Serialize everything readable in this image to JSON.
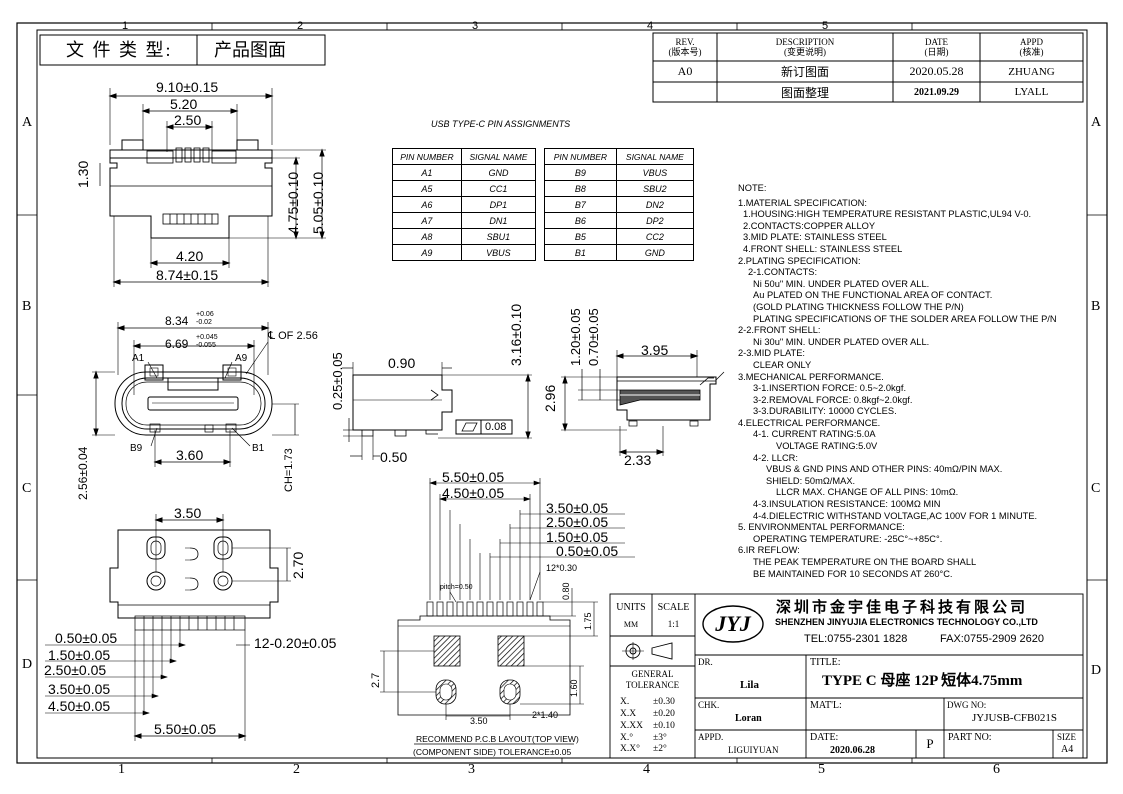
{
  "frame": {
    "top_columns": [
      "1",
      "2",
      "3",
      "4",
      "5"
    ],
    "bottom_columns": [
      "1",
      "2",
      "3",
      "4",
      "5",
      "6"
    ],
    "left_rows": [
      "A",
      "B",
      "C",
      "D"
    ],
    "right_rows": [
      "A",
      "B",
      "C",
      "D"
    ]
  },
  "doc_type": {
    "label": "文 件 类 型:",
    "value": "产品图面"
  },
  "revision": {
    "headers": [
      "REV.\n(版本号)",
      "DESCRIPTION\n(变更说明)",
      "DATE\n(日期)",
      "APPD\n(核准)"
    ],
    "rows": [
      [
        "A0",
        "新订图面",
        "2020.05.28",
        "ZHUANG"
      ],
      [
        "",
        "图面整理",
        "2021.09.29",
        "LYALL"
      ]
    ]
  },
  "pin_table": {
    "title": "USB TYPE-C PIN ASSIGNMENTS",
    "headers": [
      "PIN NUMBER",
      "SIGNAL NAME"
    ],
    "left": [
      [
        "A1",
        "GND"
      ],
      [
        "A5",
        "CC1"
      ],
      [
        "A6",
        "DP1"
      ],
      [
        "A7",
        "DN1"
      ],
      [
        "A8",
        "SBU1"
      ],
      [
        "A9",
        "VBUS"
      ]
    ],
    "right": [
      [
        "B9",
        "VBUS"
      ],
      [
        "B8",
        "SBU2"
      ],
      [
        "B7",
        "DN2"
      ],
      [
        "B6",
        "DP2"
      ],
      [
        "B5",
        "CC2"
      ],
      [
        "B1",
        "GND"
      ]
    ]
  },
  "notes": [
    "NOTE:",
    "1.MATERIAL SPECIFICATION:",
    "1.HOUSING:HIGH TEMPERATURE RESISTANT PLASTIC,UL94 V-0.",
    "2.CONTACTS:COPPER ALLOY",
    "3.MID PLATE: STAINLESS STEEL",
    "4.FRONT SHELL: STAINLESS STEEL",
    "2.PLATING SPECIFICATION:",
    "2-1.CONTACTS:",
    "Ni 50u\" MIN. UNDER PLATED OVER ALL.",
    "Au PLATED ON THE FUNCTIONAL AREA OF CONTACT.",
    "(GOLD PLATING THICKNESS FOLLOW THE P/N)",
    "PLATING SPECIFICATIONS OF THE SOLDER AREA FOLLOW THE P/N",
    "2-2.FRONT SHELL:",
    "Ni 30u\" MIN. UNDER PLATED OVER ALL.",
    "2-3.MID PLATE:",
    "CLEAR ONLY",
    "3.MECHANICAL PERFORMANCE.",
    "3-1.INSERTION FORCE: 0.5~2.0kgf.",
    "3-2.REMOVAL FORCE: 0.8kgf~2.0kgf.",
    "3-3.DURABILITY: 10000 CYCLES.",
    "4.ELECTRICAL PERFORMANCE.",
    "4-1. CURRENT RATING:5.0A",
    "VOLTAGE RATING:5.0V",
    "4-2. LLCR:",
    "VBUS & GND PINS AND OTHER PINS: 40mΩ/PIN MAX.",
    "SHIELD: 50mΩ/MAX.",
    "LLCR MAX. CHANGE OF ALL PINS: 10mΩ.",
    "4-3.INSULATION RESISTANCE: 100MΩ MIN",
    "4-4.DIELECTRIC WITHSTAND VOLTAGE,AC 100V FOR 1 MINUTE.",
    "5. ENVIRONMENTAL PERFORMANCE:",
    "OPERATING TEMPERATURE: -25C°~+85C°.",
    "6.IR REFLOW:",
    "THE PEAK TEMPERATURE ON THE BOARD SHALL",
    "BE MAINTAINED FOR 10 SECONDS AT 260°C."
  ],
  "dims": {
    "top_view": [
      "9.10±0.15",
      "5.20",
      "2.50",
      "1.30",
      "4.75±0.10",
      "5.05±0.10",
      "4.20",
      "8.74±0.15"
    ],
    "front_view": [
      "8.34",
      "+0.06",
      "-0.02",
      "6.69",
      "+0.045",
      "-0.055",
      "℄ OF 2.56",
      "A1",
      "A9",
      "B9",
      "B1",
      "3.60",
      "2.56±0.04",
      "CH=1.73"
    ],
    "side_view": [
      "0.25±0.05",
      "0.90",
      "3.16±0.10",
      "0.08",
      "0.50"
    ],
    "section_view": [
      "1.20±0.05",
      "0.70±0.05",
      "3.95",
      "2.96",
      "2.33"
    ],
    "bottom_view": [
      "3.50",
      "2.70",
      "0.50±0.05",
      "1.50±0.05",
      "2.50±0.05",
      "3.50±0.05",
      "4.50±0.05",
      "12-0.20±0.05",
      "5.50±0.05"
    ],
    "pcb_layout": [
      "5.50±0.05",
      "4.50±0.05",
      "3.50±0.05",
      "2.50±0.05",
      "1.50±0.05",
      "0.50±0.05",
      "12*0.30",
      "pitch=0.50",
      "0.80",
      "1.75",
      "2.7",
      "1.60",
      "3.50",
      "2*1.40"
    ]
  },
  "pcb_caption": {
    "line1": "RECOMMEND P.C.B LAYOUT(TOP VIEW)",
    "line2": "(COMPONENT SIDE) TOLERANCE±0.05"
  },
  "title_block": {
    "units_label": "UNITS",
    "units_value": "MM",
    "scale_label": "SCALE",
    "scale_value": "1:1",
    "logo_text": "JYJ",
    "company_cn": "深圳市金宇佳电子科技有限公司",
    "company_en": "SHENZHEN JINYUJIA ELECTRONICS TECHNOLOGY CO.,LTD",
    "tel": "TEL:0755-2301 1828",
    "fax": "FAX:0755-2909 2620",
    "dr_label": "DR.",
    "dr_value": "Lila",
    "title_label": "TITLE:",
    "title_value": "TYPE C 母座 12P 短体4.75mm",
    "gen_tol_label": "GENERAL\nTOLERANCE",
    "tolerances": [
      [
        "X.",
        "±0.30"
      ],
      [
        "X.X",
        "±0.20"
      ],
      [
        "X.XX",
        "±0.10"
      ],
      [
        "X.°",
        "±3°"
      ],
      [
        "X.X°",
        "±2°"
      ]
    ],
    "chk_label": "CHK.",
    "chk_value": "Loran",
    "matl_label": "MAT'L:",
    "dwg_label": "DWG NO:",
    "dwg_value": "JYJUSB-CFB021S",
    "appd_label": "APPD.",
    "appd_value": "LIGUIYUAN",
    "date_label": "DATE:",
    "date_value": "2020.06.28",
    "sheet_mark": "P",
    "partno_label": "PART NO:",
    "size_label": "SIZE",
    "size_value": "A4"
  }
}
